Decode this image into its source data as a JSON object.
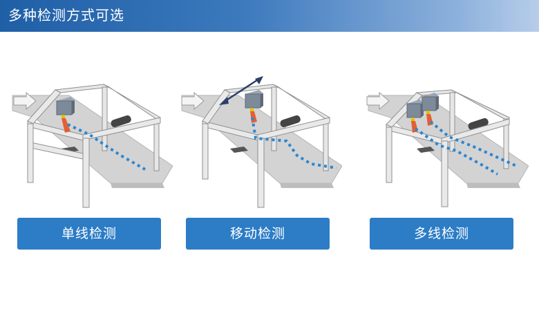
{
  "header": {
    "title": "多种检测方式可选"
  },
  "modes": [
    {
      "label": "单线检测"
    },
    {
      "label": "移动检测"
    },
    {
      "label": "多线检测"
    }
  ],
  "colors": {
    "header_start": "#1f5fa6",
    "header_end": "#b7cdea",
    "button": "#2c7cc6",
    "scan_dots": "#2a86d1",
    "sensor": "#7d8a99"
  }
}
